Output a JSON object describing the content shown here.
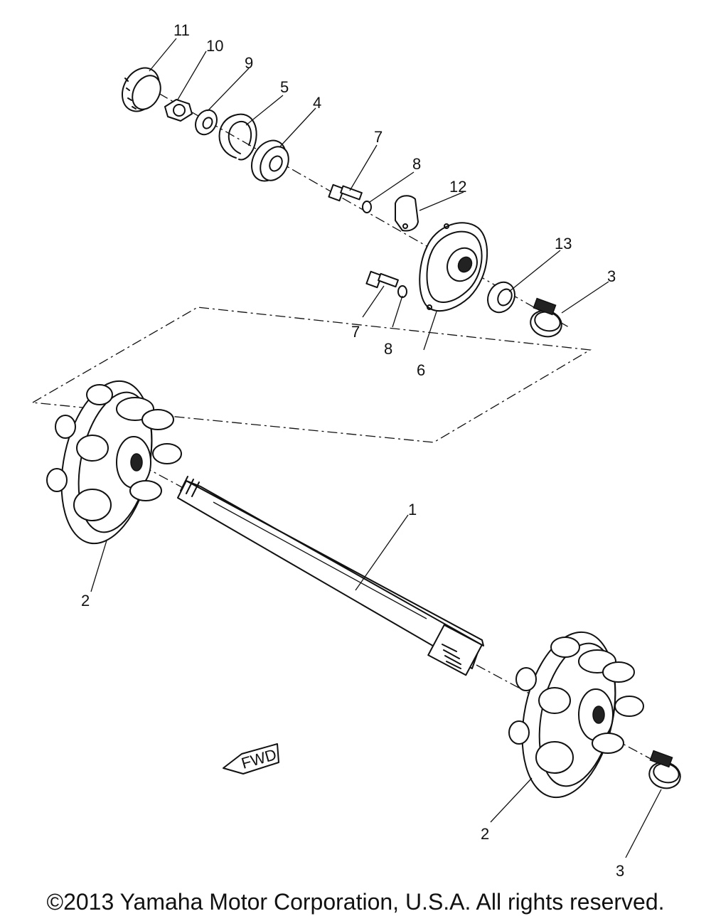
{
  "callouts": [
    {
      "id": "c1",
      "label": "1"
    },
    {
      "id": "c2a",
      "label": "2"
    },
    {
      "id": "c2b",
      "label": "2"
    },
    {
      "id": "c3a",
      "label": "3"
    },
    {
      "id": "c3b",
      "label": "3"
    },
    {
      "id": "c4",
      "label": "4"
    },
    {
      "id": "c5",
      "label": "5"
    },
    {
      "id": "c6",
      "label": "6"
    },
    {
      "id": "c7a",
      "label": "7"
    },
    {
      "id": "c7b",
      "label": "7"
    },
    {
      "id": "c8a",
      "label": "8"
    },
    {
      "id": "c8b",
      "label": "8"
    },
    {
      "id": "c9",
      "label": "9"
    },
    {
      "id": "c10",
      "label": "10"
    },
    {
      "id": "c11",
      "label": "11"
    },
    {
      "id": "c12",
      "label": "12"
    },
    {
      "id": "c13",
      "label": "13"
    }
  ],
  "fwd_label": "FWD",
  "copyright": "©2013 Yamaha Motor Corporation, U.S.A. All rights reserved."
}
